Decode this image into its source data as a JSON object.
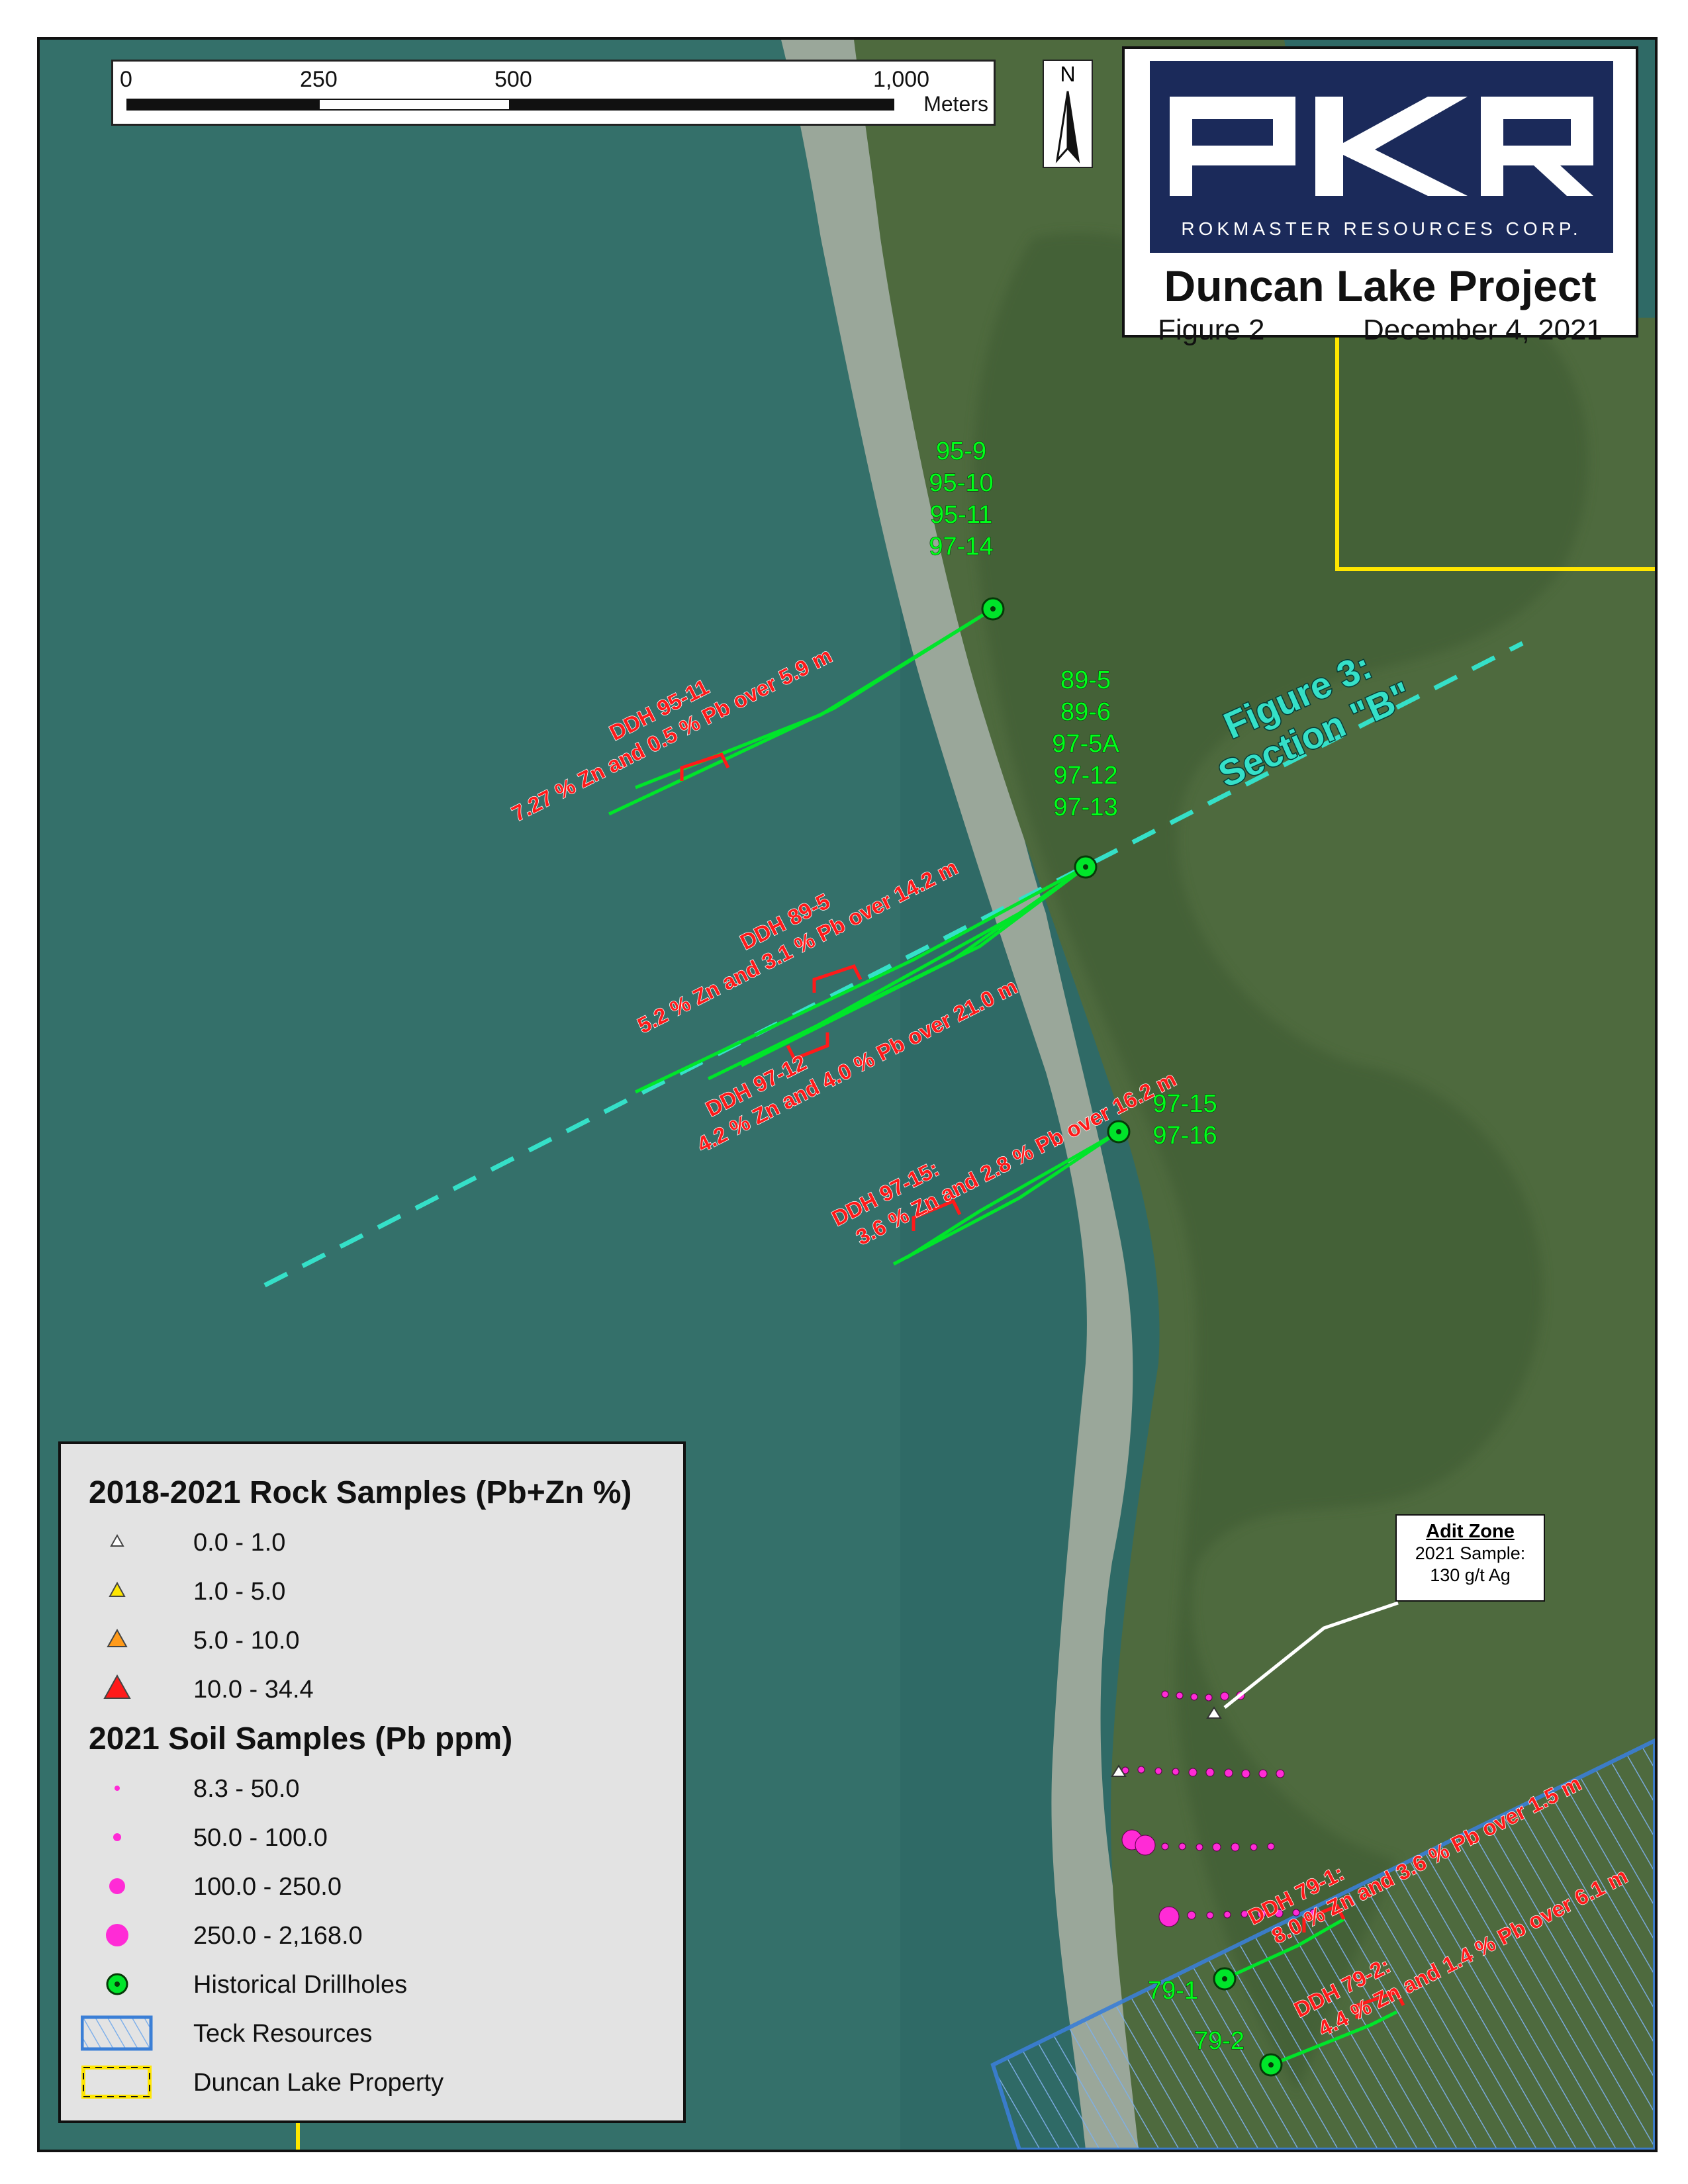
{
  "title_block": {
    "company": "ROKMASTER RESOURCES CORP.",
    "project_title": "Duncan Lake Project",
    "figure_label": "Figure 2",
    "date": "December 4, 2021"
  },
  "scale_bar": {
    "ticks": [
      "0",
      "250",
      "500",
      "1,000"
    ],
    "unit": "Meters"
  },
  "north_arrow": {
    "label": "N"
  },
  "drillhole_labels": {
    "group_95": "95-9",
    "group_95b": "95-10",
    "group_95c": "95-11",
    "group_95d": "97-14",
    "group_89a": "89-5",
    "group_89b": "89-6",
    "group_89c": "97-5A",
    "group_89d": "97-12",
    "group_89e": "97-13",
    "group_97a": "97-15",
    "group_97b": "97-16",
    "hole_79_1": "79-1",
    "hole_79_2": "79-2"
  },
  "intercepts": {
    "ddh_95_11_a": "DDH 95-11",
    "ddh_95_11_b": "7.27 % Zn and 0.5 % Pb over 5.9 m",
    "ddh_89_5_a": "DDH 89-5",
    "ddh_89_5_b": "5.2 % Zn and 3.1 % Pb over 14.2 m",
    "ddh_97_12_a": "DDH 97-12",
    "ddh_97_12_b": "4.2 % Zn and 4.0 % Pb over 21.0 m",
    "ddh_97_15_a": "DDH 97-15:",
    "ddh_97_15_b": "3.6 % Zn and 2.8 % Pb over 16.2 m",
    "ddh_79_1_a": "DDH 79-1:",
    "ddh_79_1_b": "8.0 % Zn and 3.6 % Pb over 1.5 m",
    "ddh_79_2_a": "DDH 79-2:",
    "ddh_79_2_b": "4.4 % Zn and 1.4 % Pb over 6.1 m"
  },
  "section_label": {
    "line1": "Figure 3:",
    "line2": "Section \"B\""
  },
  "adit_zone": {
    "title": "Adit Zone",
    "line1": "2021 Sample:",
    "line2": "130 g/t Ag"
  },
  "legend": {
    "rock_heading": "2018-2021 Rock Samples (Pb+Zn %)",
    "rock_classes": [
      "0.0 - 1.0",
      "1.0 - 5.0",
      "5.0 - 10.0",
      "10.0 - 34.4"
    ],
    "soil_heading": "2021 Soil Samples (Pb ppm)",
    "soil_classes": [
      "8.3 - 50.0",
      "50.0 - 100.0",
      "100.0 - 250.0",
      "250.0 - 2,168.0"
    ],
    "drillholes": "Historical Drillholes",
    "teck": "Teck Resources",
    "property": "Duncan Lake Property"
  },
  "colors": {
    "lake": "#2f6a66",
    "forest": "#4e6a3e",
    "beach": "#9aa79a",
    "drill": "#00e52a",
    "intercept": "#ff1a1a",
    "section": "#35e0c8",
    "teck": "#3b7fd6",
    "property": "#ffe600",
    "soil": "#ff2bd6",
    "logo": "#1b2a5a"
  }
}
